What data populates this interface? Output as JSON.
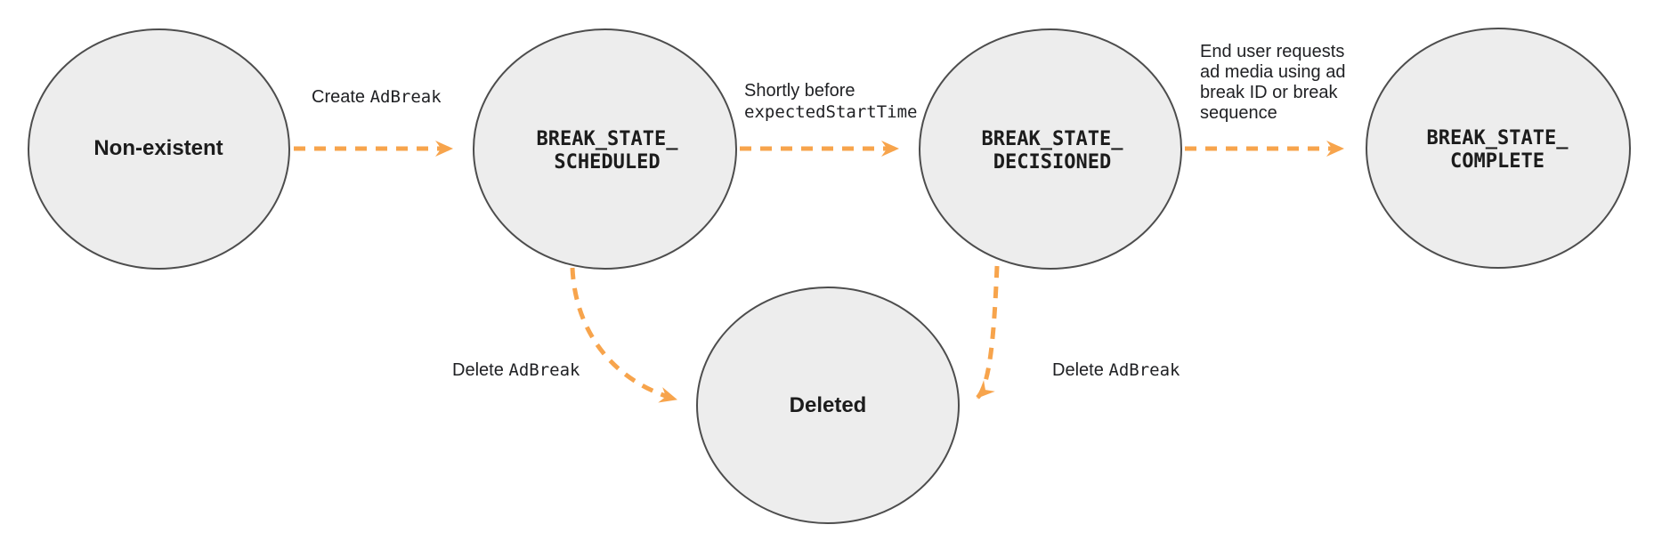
{
  "diagram": {
    "title": "Ad break state transition diagram",
    "colors": {
      "arrow_orange": "#F7A44C",
      "node_fill": "#EDEDED",
      "node_stroke": "#4D4D4D",
      "text": "#1C1C1C",
      "background": "#FFFFFF"
    },
    "nodes": {
      "nonexistent": {
        "label": "Non-existent"
      },
      "scheduled": {
        "lines": [
          "BREAK_STATE_",
          "SCHEDULED"
        ]
      },
      "decisioned": {
        "lines": [
          "BREAK_STATE_",
          "DECISIONED"
        ]
      },
      "complete": {
        "lines": [
          "BREAK_STATE_",
          "COMPLETE"
        ]
      },
      "deleted": {
        "label": "Deleted"
      }
    },
    "edges": {
      "create": {
        "sans": "Create",
        "mono": "AdBreak"
      },
      "shortly": {
        "sans": "Shortly before",
        "mono": "expectedStartTime"
      },
      "enduser": {
        "lines": [
          "End user requests",
          "ad media using ad",
          "break ID or break",
          "sequence"
        ]
      },
      "delete_left": {
        "sans": "Delete",
        "mono": "AdBreak"
      },
      "delete_right": {
        "sans": "Delete",
        "mono": "AdBreak"
      }
    }
  }
}
